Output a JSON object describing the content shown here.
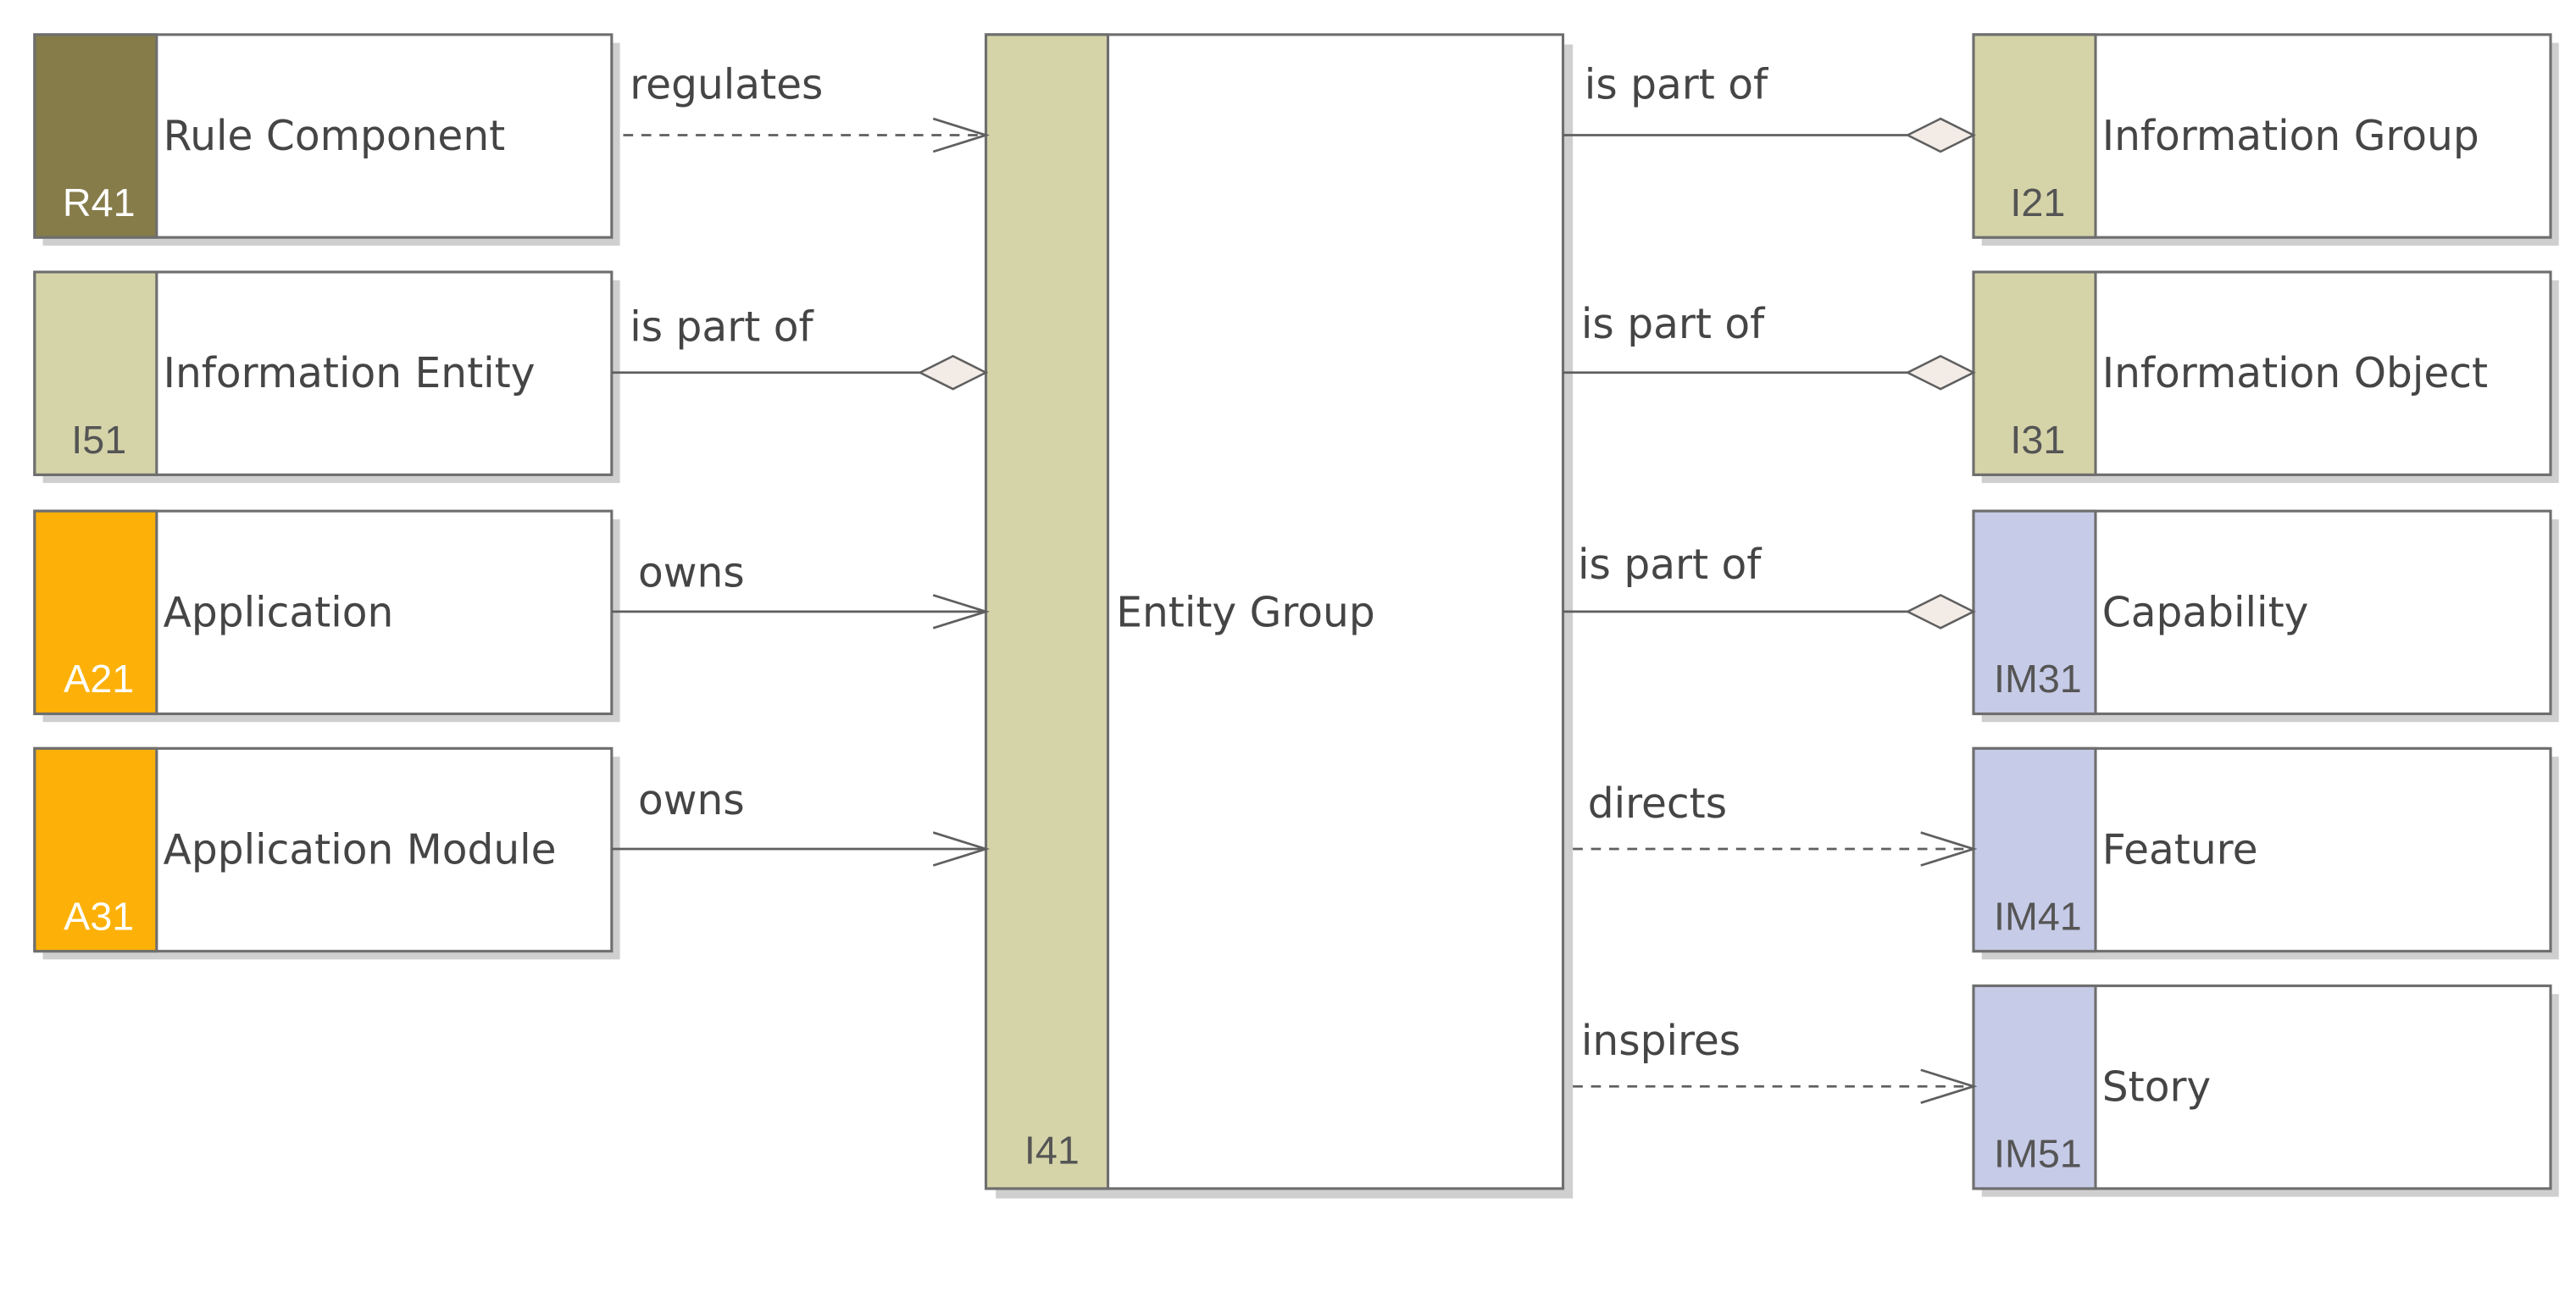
{
  "colors": {
    "olive": "#857c4a",
    "khaki": "#d5d4a9",
    "amber": "#fdb108",
    "lavender": "#c6cbe7",
    "border": "#6e6e6e",
    "line": "#5f5f5f",
    "shadow": "#cfcfcf",
    "diamond_fill": "#f3ebe6"
  },
  "center": {
    "name": "Entity Group",
    "code": "I41",
    "color": "khaki"
  },
  "left_nodes": [
    {
      "name": "Rule Component",
      "code": "R41",
      "color": "olive",
      "code_color": "#ffffff",
      "relation": "regulates",
      "style": "dashed",
      "end": "arrow"
    },
    {
      "name": "Information Entity",
      "code": "I51",
      "color": "khaki",
      "code_color": "#555555",
      "relation": "is part of",
      "style": "solid",
      "end": "diamond"
    },
    {
      "name": "Application",
      "code": "A21",
      "color": "amber",
      "code_color": "#ffffff",
      "relation": "owns",
      "style": "solid",
      "end": "arrow"
    },
    {
      "name": "Application Module",
      "code": "A31",
      "color": "amber",
      "code_color": "#ffffff",
      "relation": "owns",
      "style": "solid",
      "end": "arrow"
    }
  ],
  "right_nodes": [
    {
      "name": "Information Group",
      "code": "I21",
      "color": "khaki",
      "code_color": "#555555",
      "relation": "is part of",
      "style": "solid",
      "end": "diamond"
    },
    {
      "name": "Information Object",
      "code": "I31",
      "color": "khaki",
      "code_color": "#555555",
      "relation": "is part of",
      "style": "solid",
      "end": "diamond"
    },
    {
      "name": "Capability",
      "code": "IM31",
      "color": "lavender",
      "code_color": "#555555",
      "relation": "is part of",
      "style": "solid",
      "end": "diamond"
    },
    {
      "name": "Feature",
      "code": "IM41",
      "color": "lavender",
      "code_color": "#555555",
      "relation": "directs",
      "style": "dashed",
      "end": "arrow"
    },
    {
      "name": "Story",
      "code": "IM51",
      "color": "lavender",
      "code_color": "#555555",
      "relation": "inspires",
      "style": "dashed",
      "end": "arrow"
    }
  ]
}
